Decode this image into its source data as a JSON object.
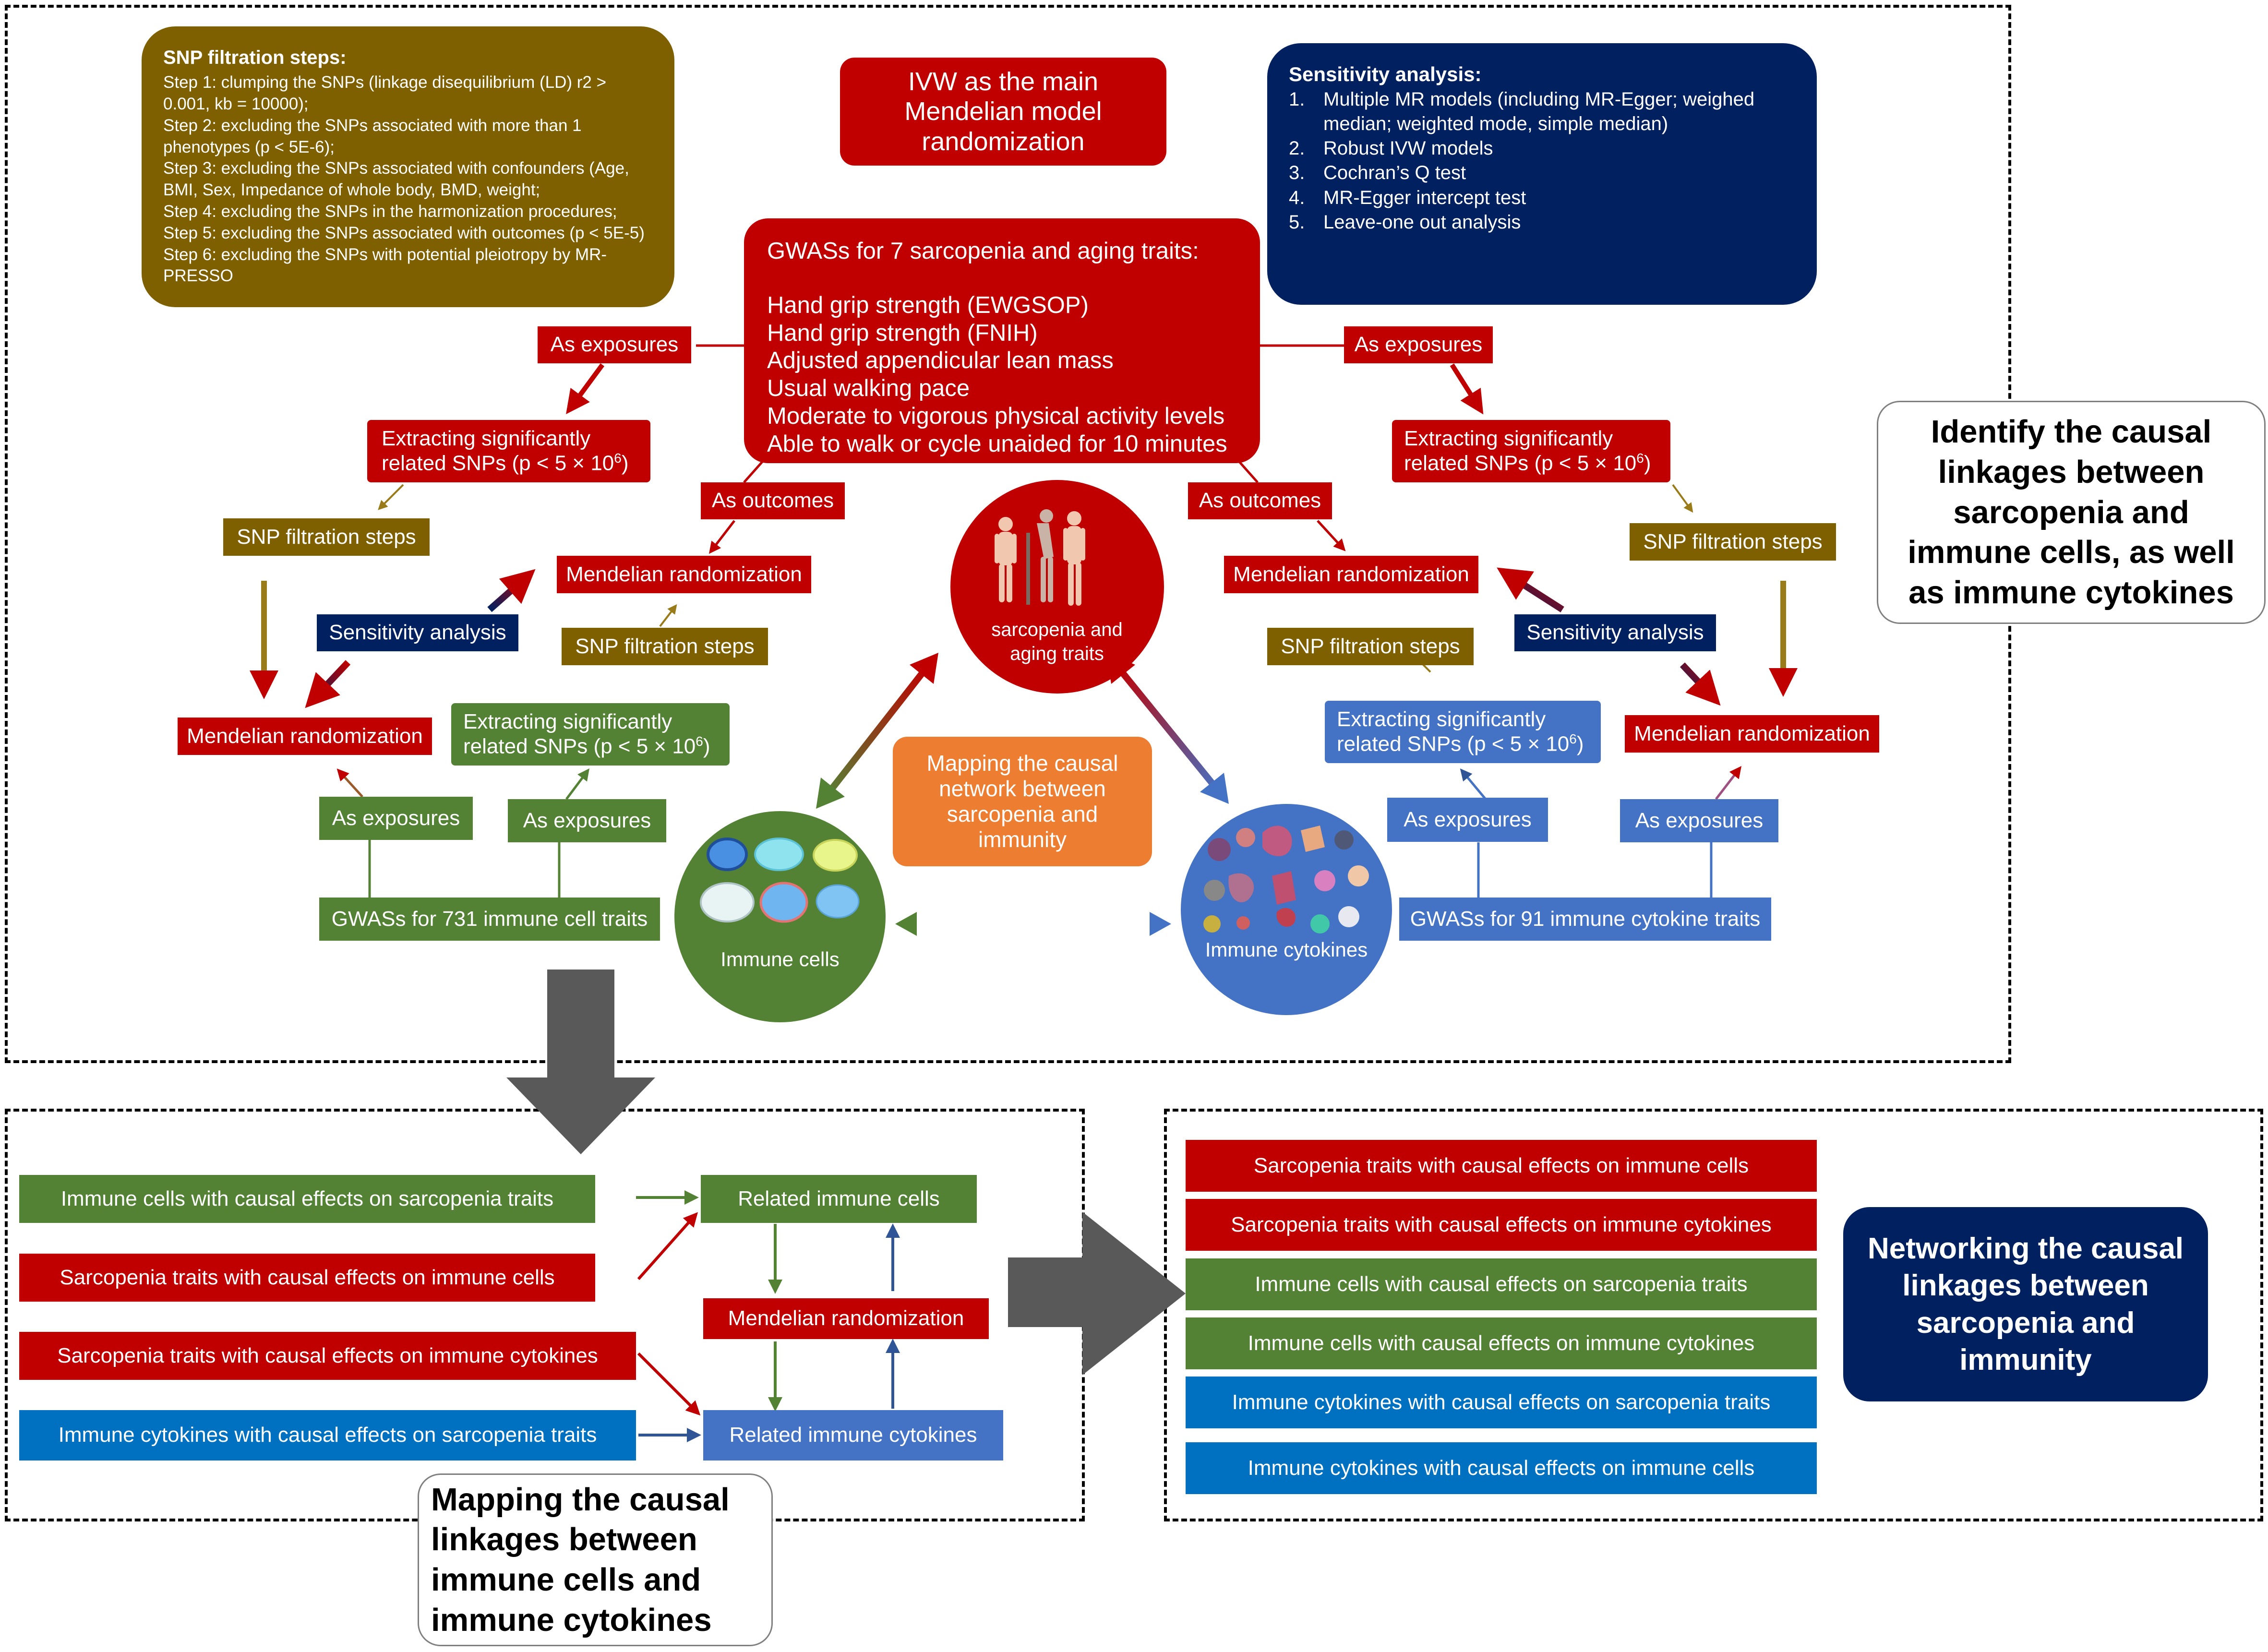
{
  "snp_panel": {
    "title": "SNP filtration steps:",
    "steps": [
      "Step 1: clumping the SNPs (linkage disequilibrium (LD) r2 > 0.001, kb = 10000);",
      "Step 2: excluding the SNPs associated with more than 1 phenotypes (p < 5E-6);",
      "Step 3: excluding the SNPs associated with confounders (Age, BMI, Sex, Impedance of whole body, BMD, weight;",
      "Step 4: excluding the SNPs in the harmonization procedures;",
      "Step 5: excluding the SNPs associated with outcomes (p < 5E-5)",
      "Step 6: excluding the SNPs with potential pleiotropy by MR-PRESSO"
    ]
  },
  "ivw_box": "IVW as the main Mendelian model randomization",
  "sensitivity_panel": {
    "title": "Sensitivity analysis:",
    "items": [
      {
        "num": "1.",
        "text": "Multiple MR models (including MR-Egger; weighed median; weighted mode, simple median)"
      },
      {
        "num": "2.",
        "text": "Robust IVW models"
      },
      {
        "num": "3.",
        "text": "Cochran’s Q test"
      },
      {
        "num": "4.",
        "text": "MR-Egger intercept test"
      },
      {
        "num": "5.",
        "text": "Leave-one out analysis"
      }
    ]
  },
  "gwas_box": {
    "title": "GWASs for 7 sarcopenia and aging traits:",
    "traits": [
      "Hand grip strength (EWGSOP)",
      "Hand grip strength (FNIH)",
      "Adjusted appendicular lean mass",
      "Usual walking pace",
      "Moderate to vigorous physical activity levels",
      "Able to walk or cycle unaided for 10 minutes"
    ]
  },
  "labels": {
    "as_exposures": "As exposures",
    "as_outcomes": "As outcomes",
    "extracting_prefix": "Extracting significantly related SNPs (p < 5 × 10",
    "exponent": "6",
    "extracting_suffix": ")",
    "snp_filtration": "SNP filtration steps",
    "mendelian": "Mendelian randomization",
    "sensitivity": "Sensitivity analysis"
  },
  "circles": {
    "sarcopenia": "sarcopenia and aging traits",
    "immune_cells": "Immune cells",
    "immune_cytokines": "Immune cytokines"
  },
  "mapping_center": "Mapping the causal network between sarcopenia and immunity",
  "gwas_immune_cells": "GWASs for 731 immune cell traits",
  "gwas_cytokines": "GWASs for 91 immune cytokine traits",
  "title_right": "Identify the causal linkages between sarcopenia and immune cells, as well as immune cytokines",
  "bottom_left": {
    "rows": [
      "Immune cells with causal effects on sarcopenia traits",
      "Sarcopenia traits with causal effects on immune cells",
      "Sarcopenia traits with causal effects on immune cytokines",
      "Immune cytokines with causal effects on sarcopenia traits"
    ],
    "related_cells": "Related immune cells",
    "mendelian": "Mendelian randomization",
    "related_cytokines": "Related immune cytokines",
    "title": "Mapping the causal linkages between immune cells and immune cytokines"
  },
  "bottom_right": {
    "rows": [
      "Sarcopenia traits with causal effects on immune cells",
      "Sarcopenia traits with causal effects on immune cytokines",
      "Immune cells with causal effects on sarcopenia traits",
      "Immune cells with causal effects on immune cytokines",
      "Immune cytokines with causal effects on sarcopenia traits",
      "Immune cytokines with causal effects on immune cells"
    ],
    "title": "Networking the causal linkages between sarcopenia and immunity"
  }
}
